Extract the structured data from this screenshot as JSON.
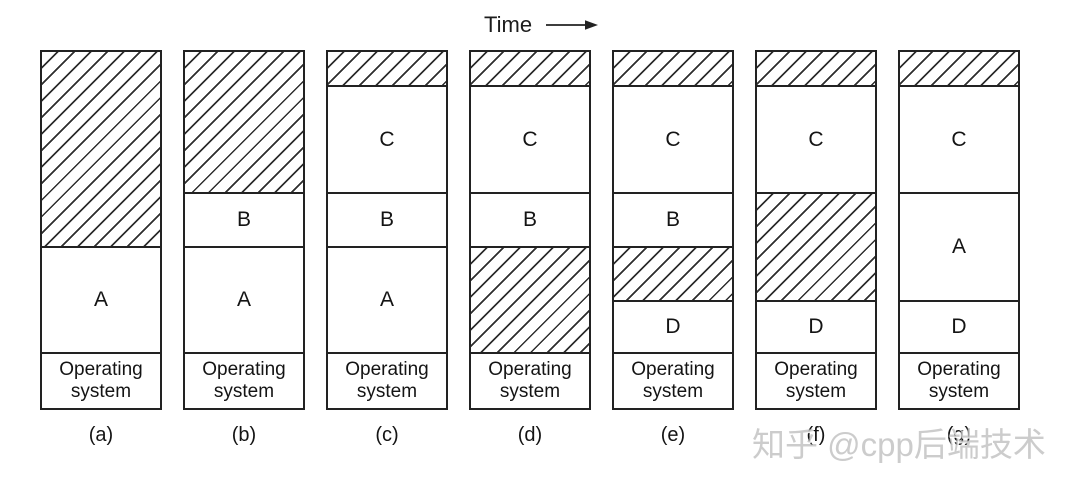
{
  "header": {
    "time_label": "Time"
  },
  "watermark": {
    "text": "知乎 @cpp后端技术"
  },
  "colors": {
    "ink": "#222222",
    "hatch_line": "#2e2e2e",
    "watermark_gray": "#b0b0b0"
  },
  "diagram": {
    "description": "Memory allocation over time; hatched regions are unused memory",
    "columns": [
      {
        "label": "(a)",
        "segments": [
          {
            "kind": "free",
            "label": "",
            "h": 194
          },
          {
            "kind": "process",
            "label": "A",
            "h": 106
          },
          {
            "kind": "os",
            "label": "Operating system",
            "h": 56
          }
        ]
      },
      {
        "label": "(b)",
        "segments": [
          {
            "kind": "free",
            "label": "",
            "h": 140
          },
          {
            "kind": "process",
            "label": "B",
            "h": 54
          },
          {
            "kind": "process",
            "label": "A",
            "h": 106
          },
          {
            "kind": "os",
            "label": "Operating system",
            "h": 56
          }
        ]
      },
      {
        "label": "(c)",
        "segments": [
          {
            "kind": "free",
            "label": "",
            "h": 33
          },
          {
            "kind": "process",
            "label": "C",
            "h": 107
          },
          {
            "kind": "process",
            "label": "B",
            "h": 54
          },
          {
            "kind": "process",
            "label": "A",
            "h": 106
          },
          {
            "kind": "os",
            "label": "Operating system",
            "h": 56
          }
        ]
      },
      {
        "label": "(d)",
        "segments": [
          {
            "kind": "free",
            "label": "",
            "h": 33
          },
          {
            "kind": "process",
            "label": "C",
            "h": 107
          },
          {
            "kind": "process",
            "label": "B",
            "h": 54
          },
          {
            "kind": "free",
            "label": "",
            "h": 106
          },
          {
            "kind": "os",
            "label": "Operating system",
            "h": 56
          }
        ]
      },
      {
        "label": "(e)",
        "segments": [
          {
            "kind": "free",
            "label": "",
            "h": 33
          },
          {
            "kind": "process",
            "label": "C",
            "h": 107
          },
          {
            "kind": "process",
            "label": "B",
            "h": 54
          },
          {
            "kind": "free",
            "label": "",
            "h": 54
          },
          {
            "kind": "process",
            "label": "D",
            "h": 52
          },
          {
            "kind": "os",
            "label": "Operating system",
            "h": 56
          }
        ]
      },
      {
        "label": "(f)",
        "segments": [
          {
            "kind": "free",
            "label": "",
            "h": 33
          },
          {
            "kind": "process",
            "label": "C",
            "h": 107
          },
          {
            "kind": "free",
            "label": "",
            "h": 108
          },
          {
            "kind": "process",
            "label": "D",
            "h": 52
          },
          {
            "kind": "os",
            "label": "Operating system",
            "h": 56
          }
        ]
      },
      {
        "label": "(g)",
        "segments": [
          {
            "kind": "free",
            "label": "",
            "h": 33
          },
          {
            "kind": "process",
            "label": "C",
            "h": 107
          },
          {
            "kind": "process",
            "label": "A",
            "h": 108
          },
          {
            "kind": "process",
            "label": "D",
            "h": 52
          },
          {
            "kind": "os",
            "label": "Operating system",
            "h": 56
          }
        ]
      }
    ]
  }
}
